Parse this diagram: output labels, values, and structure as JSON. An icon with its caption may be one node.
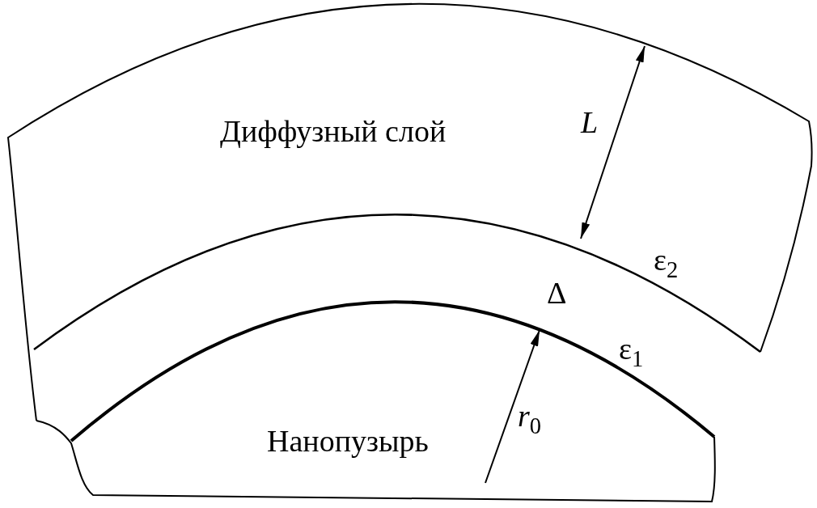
{
  "diagram": {
    "labels": [
      "Диффузный слой",
      "*L*",
      "ε$_{2}$",
      "Δ",
      "ε$_{1}$",
      "*r*$_{0}$",
      "Нанопузырь"
    ]
  }
}
